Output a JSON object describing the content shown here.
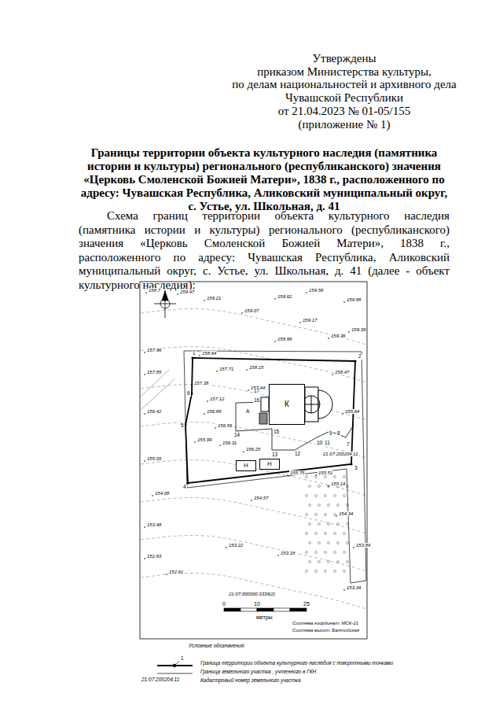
{
  "diagram": {
    "title": "Границы территории объекта культурного наследия (памятника истории и культуры) регионального (республиканского) значения «Церковь Смоленской Божией Матери», 1838 г., расположенного по адресу: Чувашская Республика, Аликовский муниципальный округ, с. Устье, ул. Школьная, д. 41",
    "nodes": [
      {
        "text": [
          "К"
        ]
      },
      {
        "text": [
          "Н"
        ]
      },
      {
        "text": [
          "Н"
        ]
      }
    ],
    "labels": [
      "Утверждены",
      "приказом Министерства культуры,",
      "по делам национальностей и архивного дела",
      "Чувашской Республики",
      "от 21.04.2023 № 01-05/155",
      "(приложение № 1)",
      "Схема границ территории объекта культурного наследия (памятника истории и культуры) регионального (республиканского) значения «Церковь Смоленской Божией Матери», 1838 г., расположенного по адресу: Чувашская Республика, Аликовский муниципальный округ, с. Устье, ул. Школьная, д. 41 (далее - объект культурного наследия):",
      "158.7",
      "159.47",
      "159.21",
      "159.62",
      "159.58",
      "159.88",
      "159.07",
      "159.17",
      "159.36",
      "159.39",
      "158.99",
      "157.96",
      "158.64",
      "157.71",
      "158.15",
      "158.47",
      "157.85",
      "157.38",
      "157.44",
      "157.12",
      "156.89",
      "156.42",
      "156.56",
      "155.99",
      "156.31",
      "156.25",
      "155.64",
      "155.75",
      "155.51",
      "155.05",
      "155.14",
      "154.08",
      "154.57",
      "154.34",
      "153.48",
      "153.22",
      "153.18",
      "153.84",
      "152.83",
      "152.61",
      "153.34",
      "1",
      "2",
      "3",
      "4",
      "5",
      "6",
      "7",
      "8",
      "9",
      "10",
      "11",
      "12",
      "13",
      "14",
      "15",
      "16",
      "17",
      "А",
      "21:07:200204:11",
      "21:07:000000:3339(2)",
      "0",
      "10",
      "25",
      "метры",
      "Система координат: МСК-21",
      "Система высот: Балтийская",
      "Условные обозначения:",
      "1",
      "21:07:200204:11"
    ],
    "legend": [
      {
        "text": "Граница территории объекта культурного наследия с поворотными точками"
      },
      {
        "text": "Граница земельного участка , учтенного в ГКН"
      },
      {
        "text": "Кадастровый номер земельного участка"
      }
    ]
  }
}
